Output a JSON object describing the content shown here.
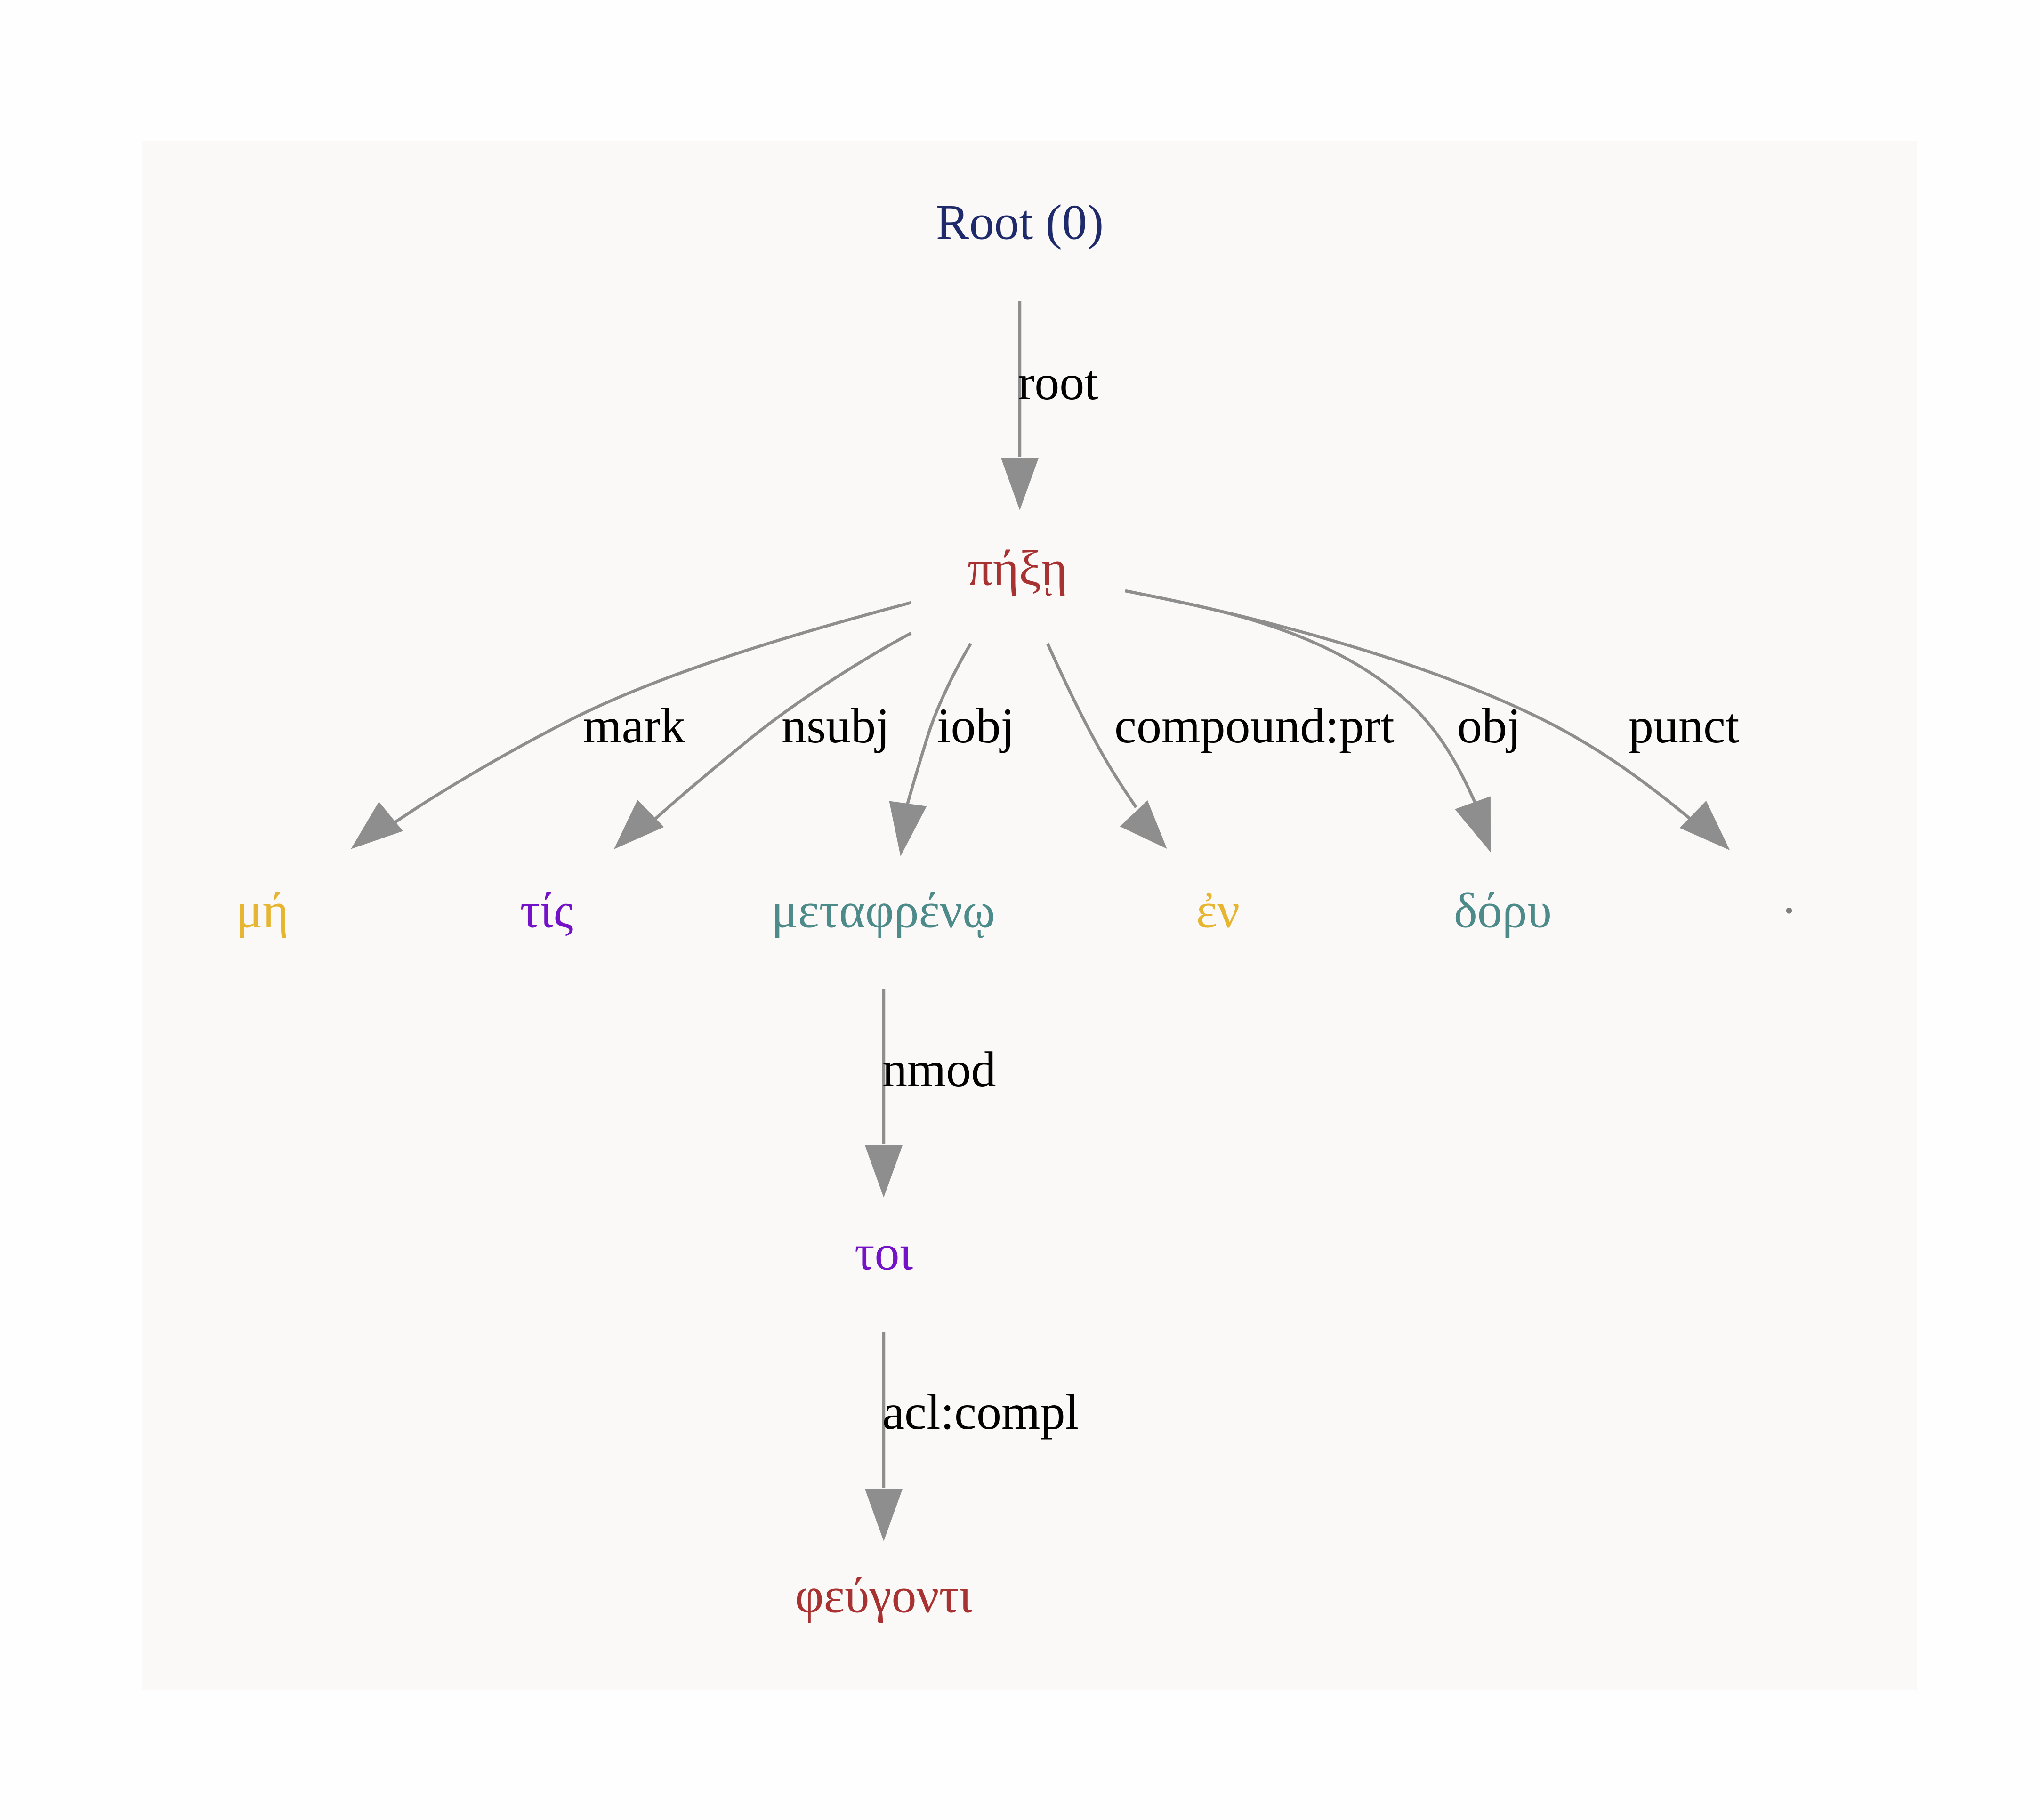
{
  "colors": {
    "page_background": "#fefefe",
    "panel_background": "#fbf9f8",
    "edge": "#8e8e8e",
    "label": "#000000"
  },
  "nodes": [
    {
      "id": "root",
      "text": "Root (0)",
      "color": "#1f2a6a"
    },
    {
      "id": "n_pexe",
      "text": "πήξῃ",
      "color": "#a83232"
    },
    {
      "id": "n_me",
      "text": "μή",
      "color": "#e6b531"
    },
    {
      "id": "n_tis",
      "text": "τίς",
      "color": "#7412c8"
    },
    {
      "id": "n_metaphreno",
      "text": "μεταφρένῳ",
      "color": "#4d8a8a"
    },
    {
      "id": "n_en",
      "text": "ἐν",
      "color": "#e6b531"
    },
    {
      "id": "n_doru",
      "text": "δόρυ",
      "color": "#4d8a8a"
    },
    {
      "id": "n_punct",
      "text": "·",
      "color": "#7f7f7f"
    },
    {
      "id": "n_toi",
      "text": "τοι",
      "color": "#7412c8"
    },
    {
      "id": "n_pheugonti",
      "text": "φεύγοντι",
      "color": "#a83232"
    }
  ],
  "edges": [
    {
      "from": "root",
      "to": "n_pexe",
      "label": "root"
    },
    {
      "from": "n_pexe",
      "to": "n_me",
      "label": "mark"
    },
    {
      "from": "n_pexe",
      "to": "n_tis",
      "label": "nsubj"
    },
    {
      "from": "n_pexe",
      "to": "n_metaphreno",
      "label": "iobj"
    },
    {
      "from": "n_pexe",
      "to": "n_en",
      "label": "compound:prt"
    },
    {
      "from": "n_pexe",
      "to": "n_doru",
      "label": "obj"
    },
    {
      "from": "n_pexe",
      "to": "n_punct",
      "label": "punct"
    },
    {
      "from": "n_metaphreno",
      "to": "n_toi",
      "label": "nmod"
    },
    {
      "from": "n_toi",
      "to": "n_pheugonti",
      "label": "acl:compl"
    }
  ]
}
